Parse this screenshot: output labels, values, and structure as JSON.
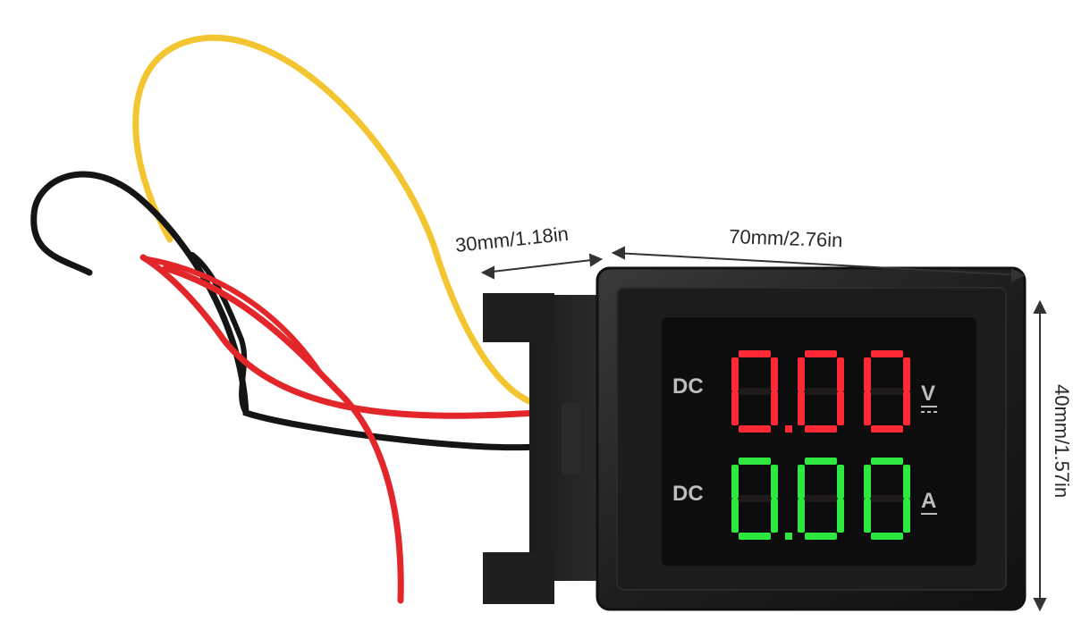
{
  "dimensions": {
    "depth": "30mm/1.18in",
    "width": "70mm/2.76in",
    "height": "40mm/1.57in"
  },
  "display": {
    "voltage": {
      "mode": "DC",
      "reading": "0.00",
      "unit": "V",
      "color": "#ff2a36"
    },
    "current": {
      "mode": "DC",
      "reading": "0.00",
      "unit": "A",
      "color": "#2ee840"
    }
  },
  "wires": {
    "yellow": "#f2c531",
    "red": "#e3262a",
    "black": "#151515"
  }
}
